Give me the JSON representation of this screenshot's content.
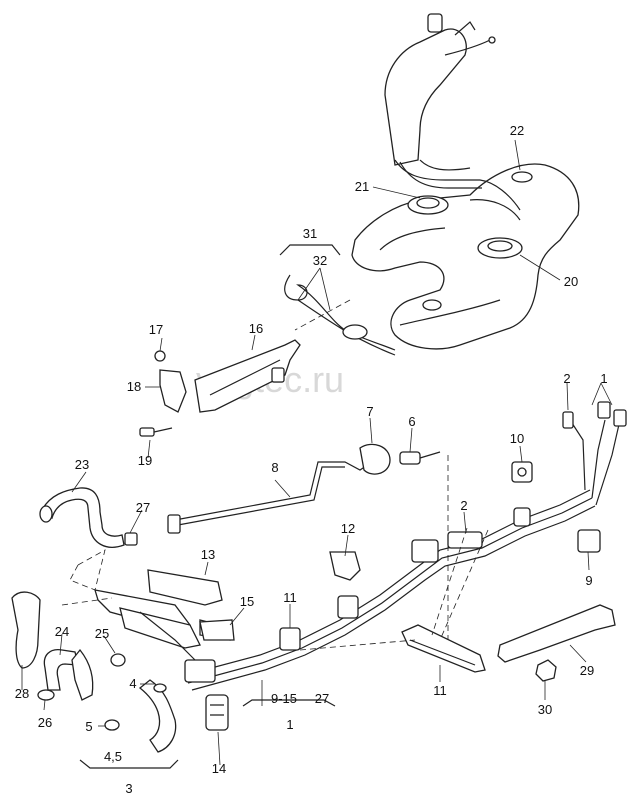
{
  "diagram": {
    "watermark": "vagtec.ru",
    "callouts": {
      "c1_top": "1",
      "c2_top": "2",
      "c2_mid": "2",
      "c3": "3",
      "c4": "4",
      "c45": "4,5",
      "c5": "5",
      "c6": "6",
      "c7": "7",
      "c8": "8",
      "c9": "9",
      "c915": "9-15",
      "c27_bottom": "27",
      "c1_bottom": "1",
      "c10": "10",
      "c11_mid": "11",
      "c11_bottom": "11",
      "c12": "12",
      "c13": "13",
      "c14": "14",
      "c15": "15",
      "c16": "16",
      "c17": "17",
      "c18": "18",
      "c19": "19",
      "c20": "20",
      "c21": "21",
      "c22": "22",
      "c23": "23",
      "c24": "24",
      "c25": "25",
      "c26": "26",
      "c27": "27",
      "c28": "28",
      "c29": "29",
      "c30": "30",
      "c31": "31",
      "c32": "32"
    }
  }
}
